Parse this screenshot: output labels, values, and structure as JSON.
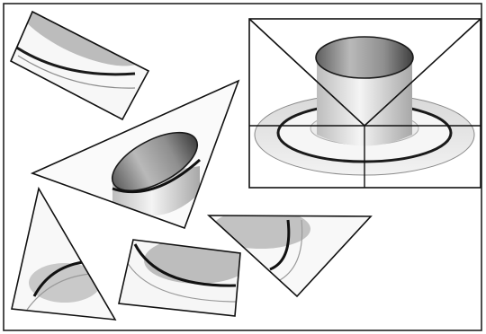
{
  "figure": {
    "description_labels": [],
    "pieces": [
      {
        "id": "reference",
        "shape": "rectangle",
        "content": "cup-on-saucer-full"
      },
      {
        "id": "top-left-strip",
        "shape": "rectangle",
        "content": "saucer-rim-segment"
      },
      {
        "id": "large-triangle",
        "shape": "triangle",
        "content": "cup-top-ellipse"
      },
      {
        "id": "bottom-left-triangle",
        "shape": "triangle",
        "content": "saucer-edge-fragment"
      },
      {
        "id": "bottom-middle-rect",
        "shape": "rectangle",
        "content": "saucer-rim-segment"
      },
      {
        "id": "bottom-right-triangle",
        "shape": "triangle",
        "content": "saucer-curve-fragment"
      }
    ]
  },
  "colors": {
    "frame": "#222222",
    "line": "#111111",
    "shade_dark": "#6b6b6b",
    "shade_mid": "#a9a9a9",
    "shade_light": "#e3e3e3",
    "paper": "#ffffff"
  }
}
